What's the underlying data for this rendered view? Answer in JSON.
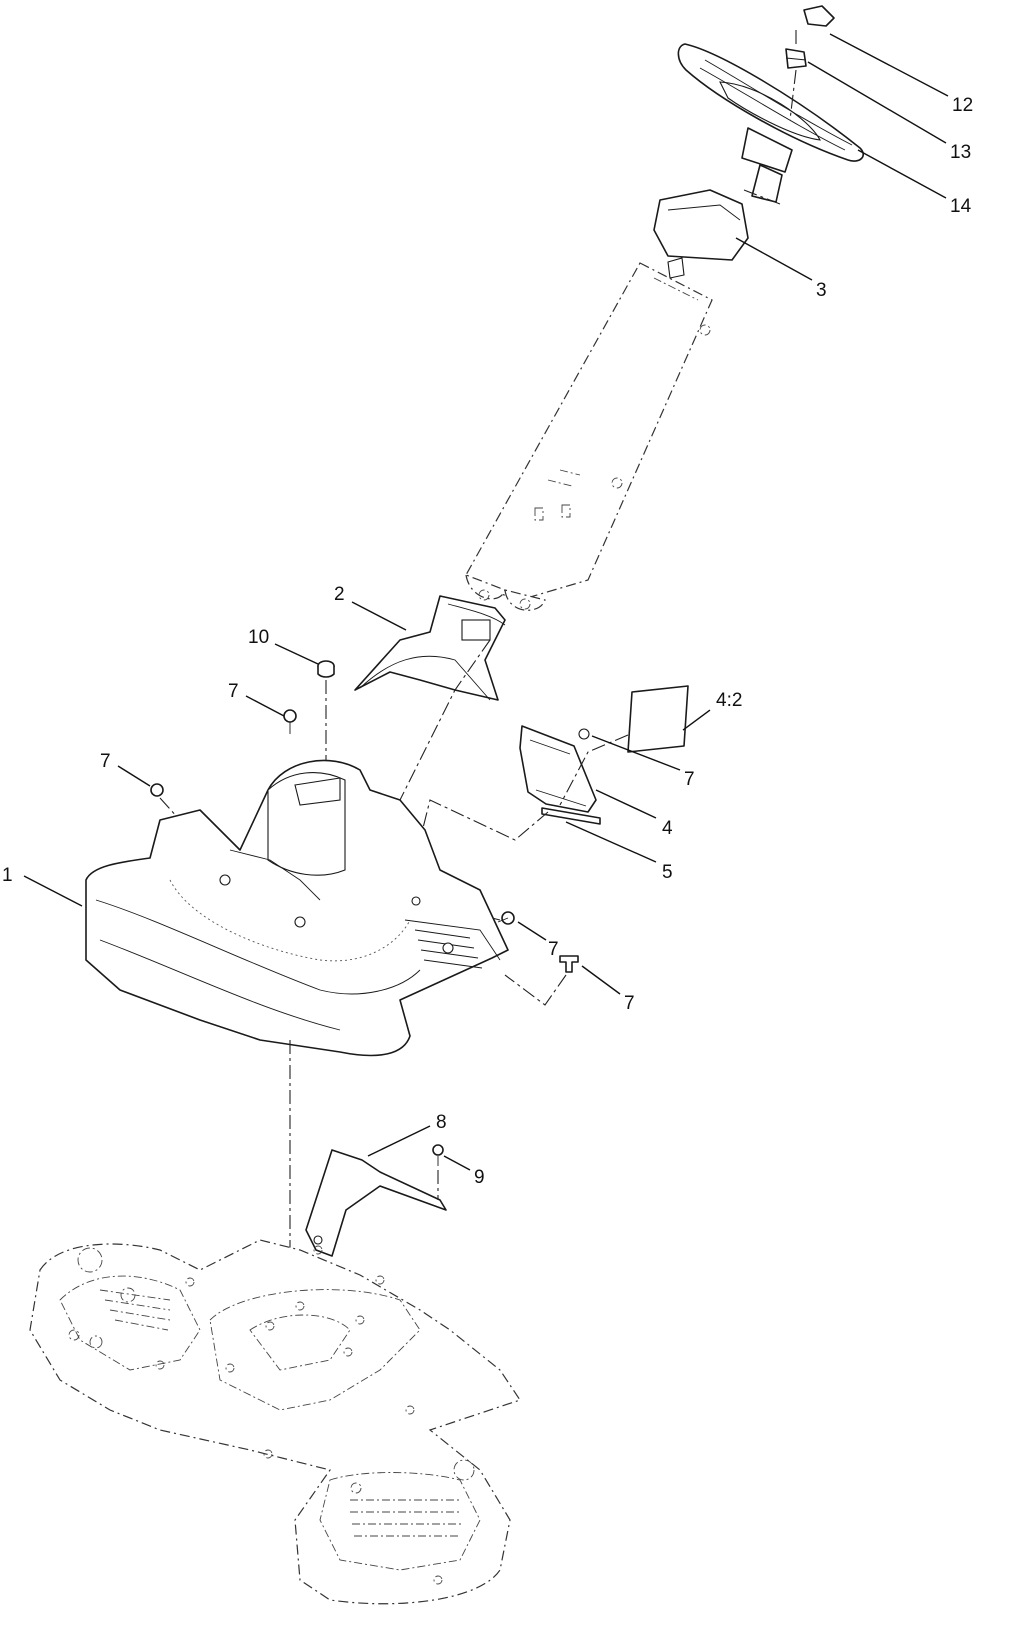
{
  "callouts": [
    {
      "id": "12",
      "label": "12"
    },
    {
      "id": "13",
      "label": "13"
    },
    {
      "id": "14",
      "label": "14"
    },
    {
      "id": "3",
      "label": "3"
    },
    {
      "id": "2",
      "label": "2"
    },
    {
      "id": "10",
      "label": "10"
    },
    {
      "id": "4-2",
      "label": "4:2"
    },
    {
      "id": "7a",
      "label": "7"
    },
    {
      "id": "7b",
      "label": "7"
    },
    {
      "id": "7c",
      "label": "7"
    },
    {
      "id": "7d",
      "label": "7"
    },
    {
      "id": "7e",
      "label": "7"
    },
    {
      "id": "4",
      "label": "4"
    },
    {
      "id": "5",
      "label": "5"
    },
    {
      "id": "1",
      "label": "1"
    },
    {
      "id": "8",
      "label": "8"
    },
    {
      "id": "9",
      "label": "9"
    }
  ]
}
